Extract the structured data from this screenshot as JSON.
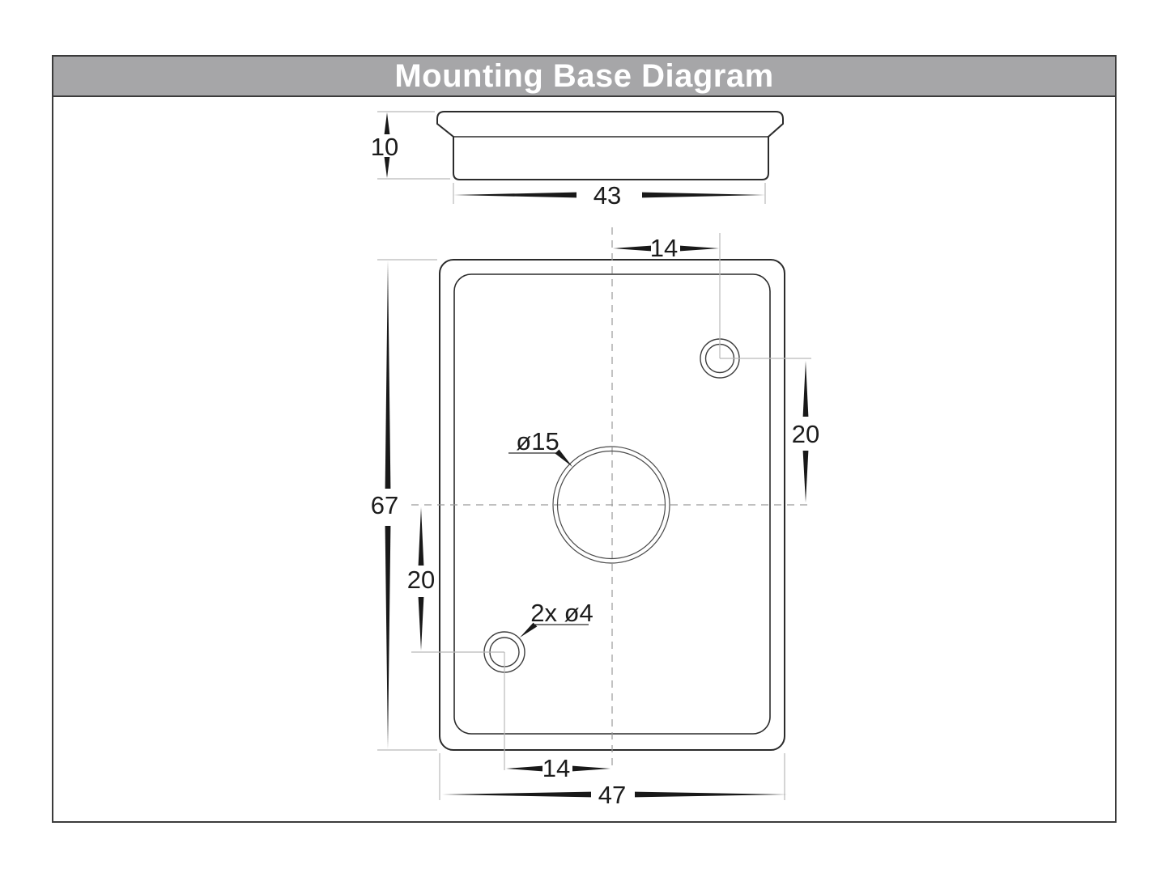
{
  "header": {
    "title": "Mounting Base Diagram"
  },
  "colors": {
    "title_bar_bg": "#a6a6a8",
    "title_text": "#ffffff",
    "outline": "#2b2b2b",
    "dim_text": "#1c1c1c",
    "extension_line": "#b9b9b9",
    "centerline": "#9a9a9a",
    "frame_border": "#3b3b3b"
  },
  "side_view": {
    "dimensions": {
      "height": "10",
      "body_width": "43"
    }
  },
  "plan_view": {
    "dimensions": {
      "hole_offset_x_top": "14",
      "plate_height": "67",
      "right_hole_offset_y": "20",
      "left_hole_offset_y": "20",
      "hole_offset_x_bottom": "14",
      "plate_width": "47"
    },
    "labels": {
      "center_hole_diameter": "ø15",
      "screw_hole_diameter": "2x ø4"
    }
  }
}
